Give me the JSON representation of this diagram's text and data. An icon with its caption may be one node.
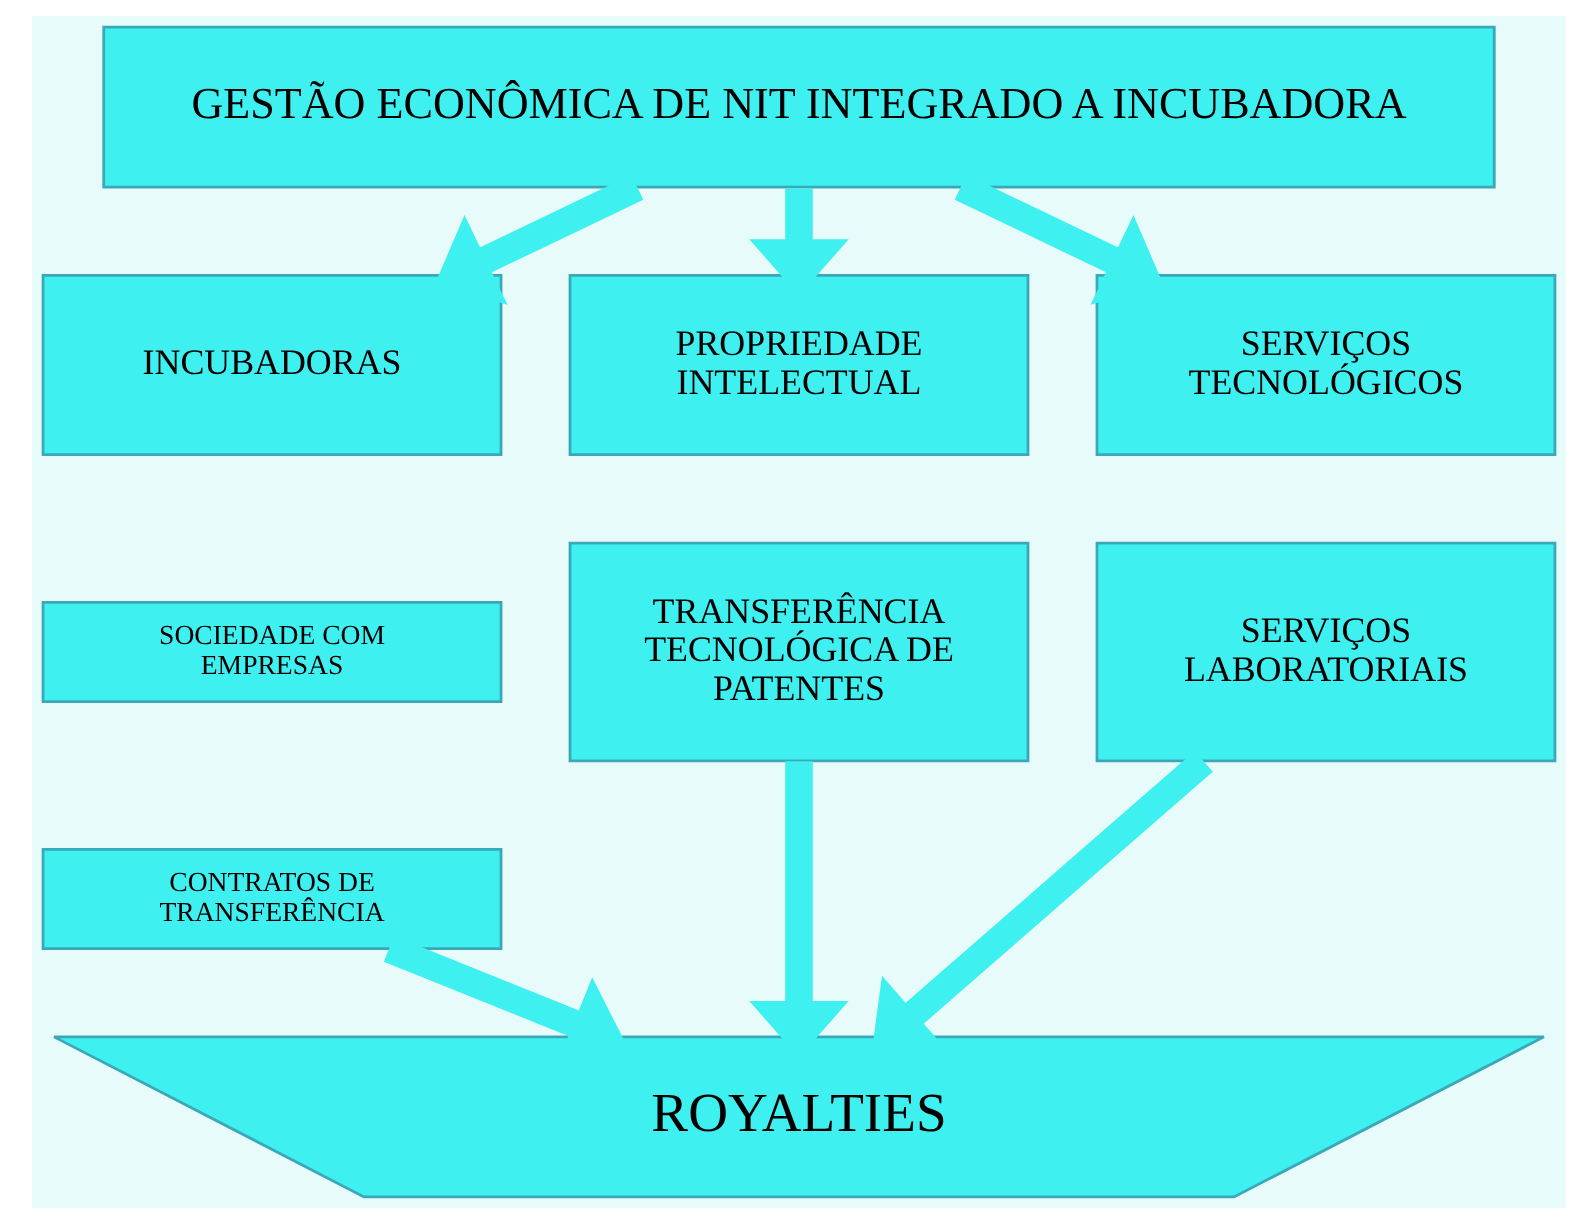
{
  "diagram": {
    "nodes": [
      {
        "text": [
          "GESTÃO ECONÔMICA DE NIT INTEGRADO A INCUBADORA"
        ]
      },
      {
        "text": [
          "INCUBADORAS"
        ]
      },
      {
        "text": [
          "PROPRIEDADE INTELECTUAL"
        ]
      },
      {
        "text": [
          "SERVIÇOS TECNOLÓGICOS"
        ]
      },
      {
        "text": [
          "SOCIEDADE COM EMPRESAS"
        ]
      },
      {
        "text": [
          "TRANSFERÊNCIA TECNOLÓGICA DE PATENTES"
        ]
      },
      {
        "text": [
          "SERVIÇOS LABORATORIAIS"
        ]
      },
      {
        "text": [
          "CONTRATOS DE TRANSFERÊNCIA"
        ]
      },
      {
        "text": [
          "ROYALTIES"
        ]
      }
    ],
    "edges": [
      {
        "from": 0,
        "to": 1,
        "arrow": "to"
      },
      {
        "from": 0,
        "to": 2,
        "arrow": "to"
      },
      {
        "from": 0,
        "to": 3,
        "arrow": "to"
      },
      {
        "from": 7,
        "to": 8,
        "arrow": "to"
      },
      {
        "from": 5,
        "to": 8,
        "arrow": "to"
      },
      {
        "from": 6,
        "to": 8,
        "arrow": "to"
      }
    ]
  }
}
